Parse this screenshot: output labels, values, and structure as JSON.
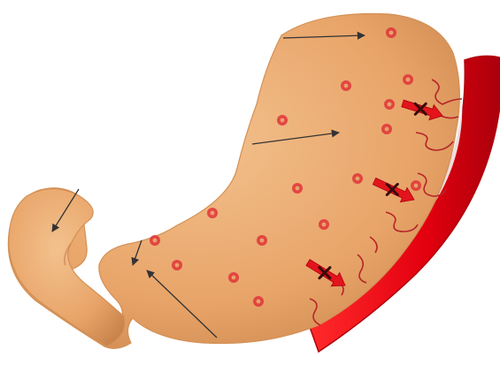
{
  "diagram": {
    "colors": {
      "stomach_fill": "#E8A468",
      "stomach_highlight": "#F3C18E",
      "stomach_shadow": "#C9844C",
      "stomach_outline": "#D39055",
      "vessel": "#E3000F",
      "vessel_dark": "#A8000B",
      "particle": "#E0343A",
      "arrow_line": "#333333",
      "blocked_arrow": "#E3141C",
      "block_mark": "#3A0A0A",
      "nerve_line": "#B5252A"
    },
    "particle_count": 16,
    "thin_arrow_count": 5,
    "blocked_arrow_count": 3,
    "nerve_fiber_count": 9,
    "icons": [
      "stomach-shape",
      "blood-vessel",
      "particle-dot",
      "arrow",
      "blocked-arrow",
      "cross-mark",
      "nerve-fiber"
    ]
  }
}
